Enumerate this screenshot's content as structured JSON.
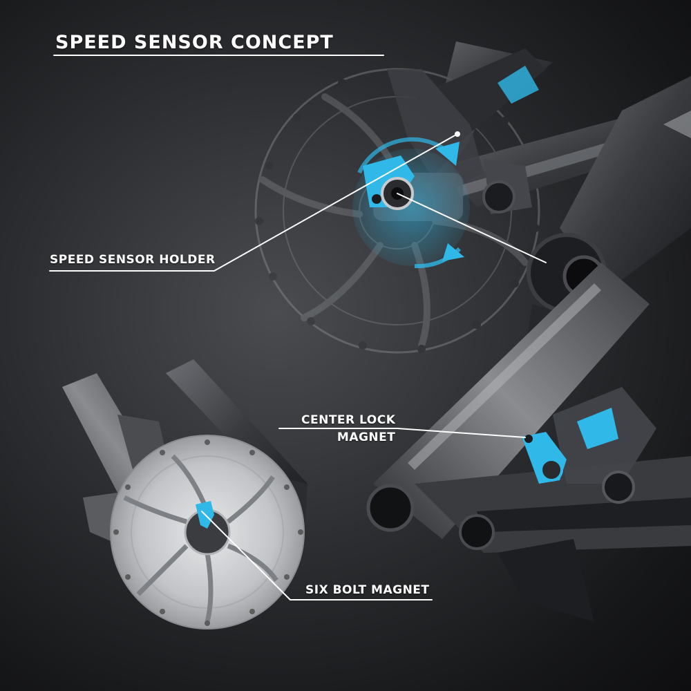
{
  "title": "SPEED SENSOR CONCEPT",
  "callouts": {
    "speed_sensor_holder": "SPEED SENSOR HOLDER",
    "center_lock_magnet_line1": "CENTER LOCK",
    "center_lock_magnet_line2": "MAGNET",
    "six_bolt_magnet": "SIX BOLT MAGNET"
  },
  "colors": {
    "accent": "#2fb8e8",
    "label_text": "#ffffff",
    "frame": "#3a3b3f",
    "rotor": "#c9cbce"
  }
}
